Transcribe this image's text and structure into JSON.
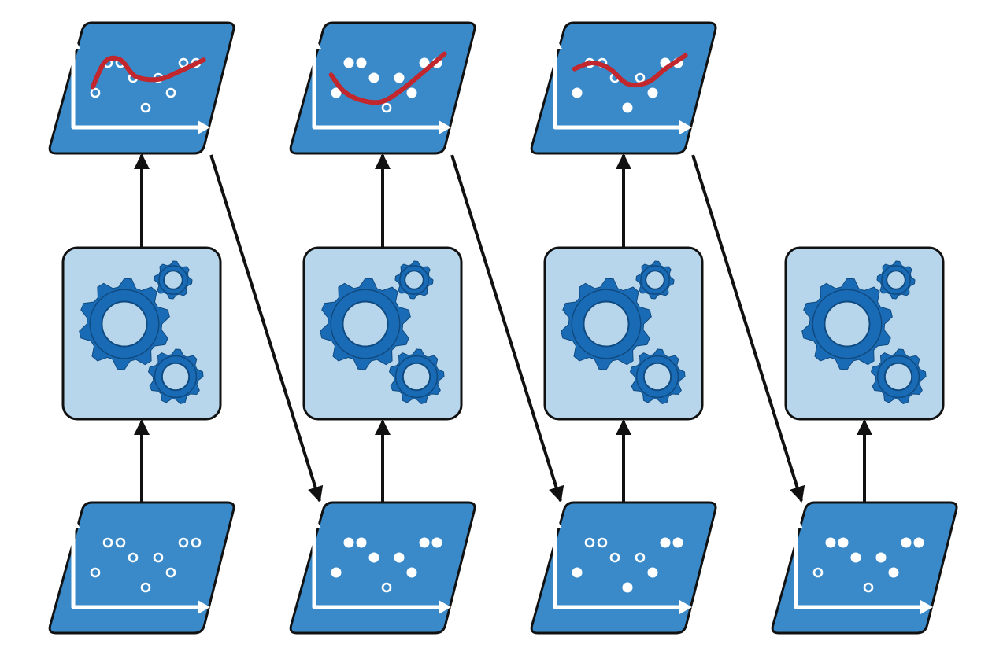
{
  "title": "",
  "colors": {
    "panel_fill": "#3a8ac9",
    "outline": "#111111",
    "box_fill": "#b7d6ec",
    "gear_fill": "#1a6bb5",
    "curve": "#c1272d",
    "marker": "#ffffff"
  },
  "icons": {
    "model_box": "gears-icon",
    "data_panel": "scatter-plot-icon",
    "fit_panel": "fitted-curve-plot-icon"
  },
  "stages": [
    {
      "name": "stage-1",
      "has_output": true,
      "input_points": [
        {
          "x": 1,
          "y": 2,
          "filled": false
        },
        {
          "x": 2,
          "y": 4,
          "filled": false
        },
        {
          "x": 3,
          "y": 4,
          "filled": false
        },
        {
          "x": 4,
          "y": 3,
          "filled": false
        },
        {
          "x": 5,
          "y": 1,
          "filled": false
        },
        {
          "x": 6,
          "y": 3,
          "filled": false
        },
        {
          "x": 7,
          "y": 2,
          "filled": false
        },
        {
          "x": 8,
          "y": 4,
          "filled": false
        },
        {
          "x": 9,
          "y": 4,
          "filled": false
        }
      ],
      "output_points": [
        {
          "x": 1,
          "y": 2,
          "filled": false
        },
        {
          "x": 2,
          "y": 4,
          "filled": false
        },
        {
          "x": 3,
          "y": 4,
          "filled": false
        },
        {
          "x": 4,
          "y": 3,
          "filled": false
        },
        {
          "x": 5,
          "y": 1,
          "filled": false
        },
        {
          "x": 6,
          "y": 3,
          "filled": false
        },
        {
          "x": 7,
          "y": 2,
          "filled": false
        },
        {
          "x": 8,
          "y": 4,
          "filled": false
        },
        {
          "x": 9,
          "y": 4,
          "filled": false
        }
      ],
      "curve": [
        [
          0.8,
          2.4
        ],
        [
          1.8,
          4.1
        ],
        [
          3,
          4.2
        ],
        [
          4.2,
          3.1
        ],
        [
          6,
          2.9
        ],
        [
          7.6,
          3.4
        ],
        [
          9.6,
          4.2
        ]
      ]
    },
    {
      "name": "stage-2",
      "has_output": true,
      "input_points": [
        {
          "x": 1,
          "y": 2,
          "filled": true
        },
        {
          "x": 2,
          "y": 4,
          "filled": true
        },
        {
          "x": 3,
          "y": 4,
          "filled": true
        },
        {
          "x": 4,
          "y": 3,
          "filled": true
        },
        {
          "x": 5,
          "y": 1,
          "filled": false
        },
        {
          "x": 6,
          "y": 3,
          "filled": true
        },
        {
          "x": 7,
          "y": 2,
          "filled": true
        },
        {
          "x": 8,
          "y": 4,
          "filled": true
        },
        {
          "x": 9,
          "y": 4,
          "filled": true
        }
      ],
      "output_points": [
        {
          "x": 1,
          "y": 2,
          "filled": true
        },
        {
          "x": 2,
          "y": 4,
          "filled": true
        },
        {
          "x": 3,
          "y": 4,
          "filled": true
        },
        {
          "x": 4,
          "y": 3,
          "filled": true
        },
        {
          "x": 5,
          "y": 1,
          "filled": false
        },
        {
          "x": 6,
          "y": 3,
          "filled": true
        },
        {
          "x": 7,
          "y": 2,
          "filled": true
        },
        {
          "x": 8,
          "y": 4,
          "filled": true
        },
        {
          "x": 9,
          "y": 4,
          "filled": true
        }
      ],
      "curve": [
        [
          0.6,
          3.2
        ],
        [
          1.6,
          2.1
        ],
        [
          3,
          1.5
        ],
        [
          4.6,
          1.4
        ],
        [
          6.2,
          2.2
        ],
        [
          7.8,
          3.3
        ],
        [
          9.6,
          4.6
        ]
      ]
    },
    {
      "name": "stage-3",
      "has_output": true,
      "input_points": [
        {
          "x": 1,
          "y": 2,
          "filled": true
        },
        {
          "x": 2,
          "y": 4,
          "filled": false
        },
        {
          "x": 3,
          "y": 4,
          "filled": false
        },
        {
          "x": 4,
          "y": 3,
          "filled": false
        },
        {
          "x": 5,
          "y": 1,
          "filled": true
        },
        {
          "x": 6,
          "y": 3,
          "filled": false
        },
        {
          "x": 7,
          "y": 2,
          "filled": true
        },
        {
          "x": 8,
          "y": 4,
          "filled": true
        },
        {
          "x": 9,
          "y": 4,
          "filled": true
        }
      ],
      "output_points": [
        {
          "x": 1,
          "y": 2,
          "filled": true
        },
        {
          "x": 2,
          "y": 4,
          "filled": false
        },
        {
          "x": 3,
          "y": 4,
          "filled": false
        },
        {
          "x": 4,
          "y": 3,
          "filled": false
        },
        {
          "x": 5,
          "y": 1,
          "filled": true
        },
        {
          "x": 6,
          "y": 3,
          "filled": false
        },
        {
          "x": 7,
          "y": 2,
          "filled": true
        },
        {
          "x": 8,
          "y": 4,
          "filled": true
        },
        {
          "x": 9,
          "y": 4,
          "filled": true
        }
      ],
      "curve": [
        [
          0.8,
          3.6
        ],
        [
          2.2,
          4
        ],
        [
          3.6,
          3.6
        ],
        [
          5,
          2.6
        ],
        [
          6.6,
          2.7
        ],
        [
          8,
          3.6
        ],
        [
          9.6,
          4.5
        ]
      ]
    },
    {
      "name": "stage-4",
      "has_output": false,
      "input_points": [
        {
          "x": 1,
          "y": 2,
          "filled": false
        },
        {
          "x": 2,
          "y": 4,
          "filled": true
        },
        {
          "x": 3,
          "y": 4,
          "filled": true
        },
        {
          "x": 4,
          "y": 3,
          "filled": true
        },
        {
          "x": 5,
          "y": 1,
          "filled": false
        },
        {
          "x": 6,
          "y": 3,
          "filled": true
        },
        {
          "x": 7,
          "y": 2,
          "filled": true
        },
        {
          "x": 8,
          "y": 4,
          "filled": true
        },
        {
          "x": 9,
          "y": 4,
          "filled": true
        }
      ],
      "output_points": [],
      "curve": []
    }
  ]
}
